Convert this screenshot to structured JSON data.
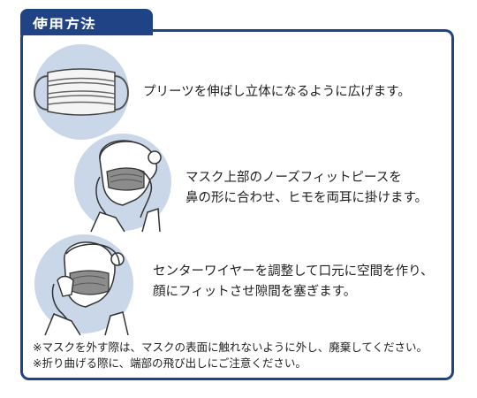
{
  "header": {
    "title": "使用方法"
  },
  "steps": [
    {
      "text_lines": [
        "プリーツを伸ばし立体になるように広げます。"
      ]
    },
    {
      "text_lines": [
        "マスク上部のノーズフィットピースを",
        "鼻の形に合わせ、ヒモを両耳に掛けます。"
      ]
    },
    {
      "text_lines": [
        "センターワイヤーを調整して口元に空間を作り、",
        "顔にフィットさせ隙間を塞ぎます。"
      ]
    }
  ],
  "notes": [
    "※マスクを外す際は、マスクの表面に触れないように外し、廃棄してください。",
    "※折り曲げる際に、端部の飛び出しにご注意ください。"
  ],
  "colors": {
    "accent": "#1f4385",
    "circle": "#c9d7e9",
    "mask_fill": "#8c8c8c"
  },
  "icons": [
    "mask-illustration",
    "woman-nose-wire-illustration",
    "woman-adjust-mask-illustration"
  ]
}
